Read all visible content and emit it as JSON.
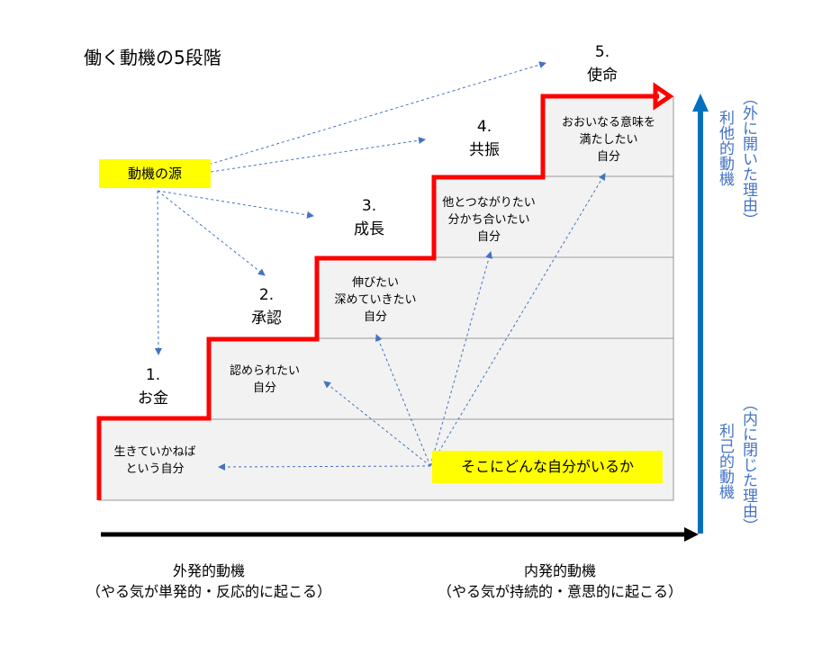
{
  "title": "働く動機の5段階",
  "source_label": "動機の源",
  "core_label": "そこにどんな自分がいるか",
  "stages": [
    {
      "num": "1.",
      "name": "お金",
      "desc": [
        "生きていかねば",
        "という自分"
      ]
    },
    {
      "num": "2.",
      "name": "承認",
      "desc": [
        "認められたい",
        "自分"
      ]
    },
    {
      "num": "3.",
      "name": "成長",
      "desc": [
        "伸びたい",
        "深めていきたい",
        "自分"
      ]
    },
    {
      "num": "4.",
      "name": "共振",
      "desc": [
        "他とつながりたい",
        "分かち合いたい",
        "自分"
      ]
    },
    {
      "num": "5.",
      "name": "使命",
      "desc": [
        "おおいなる意味を",
        "満たしたい",
        "自分"
      ]
    }
  ],
  "x_axis": {
    "left": {
      "line1": "外発的動機",
      "line2": "（やる気が単発的・反応的に起こる）"
    },
    "right": {
      "line1": "内発的動機",
      "line2": "（やる気が持続的・意思的に起こる）"
    }
  },
  "y_axis": {
    "top": {
      "main": "利他的動機",
      "paren": "（外に開いた理由）"
    },
    "bottom": {
      "main": "利己的動機",
      "paren": "（内に閉じた理由）"
    }
  },
  "colors": {
    "stair": "#ff0000",
    "arrow": "#4472c4",
    "panel": "#f2f2f2",
    "highlight": "#ffff00",
    "y_axis": "#0070c0"
  }
}
